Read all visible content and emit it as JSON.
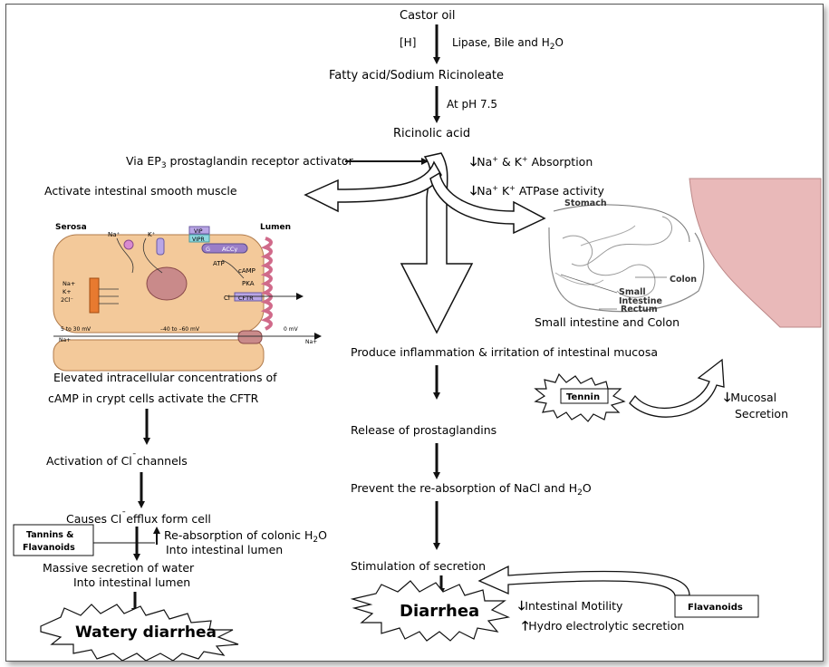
{
  "steps": {
    "castor_oil": "Castor oil",
    "h_label": "[H]",
    "lipase_label": "Lipase, Bile and H",
    "water_o": "O",
    "fatty_acid": "Fatty acid/Sodium Ricinoleate",
    "ph_label": "At pH 7.5",
    "ricinolic_acid": "Ricinolic acid",
    "ep3_activator": "Via EP",
    "ep3_activator_rest": " prostaglandin receptor activator",
    "ep3_sub": "3",
    "activate_muscle": "Activate intestinal smooth muscle",
    "na_k_absorption": "Na",
    "na_k_absorption_mid": " & K",
    "na_k_absorption_end": " Absorption",
    "na_k_atpase": "Na",
    "na_k_atpase_mid": " K",
    "na_k_atpase_end": " ATPase activity",
    "plus": "+",
    "inflammation": "Produce inflammation & irritation of intestinal mucosa",
    "release_pg": "Release of prostaglandins",
    "prevent_reabs": "Prevent the re-absorption of NaCl and H",
    "prevent_reabs_end": "O",
    "stimulation": "Stimulation of secretion",
    "diarrhea": "Diarrhea",
    "intestinal_motility": "Intestinal Motility",
    "hydro_secretion": "Hydro electrolytic secretion",
    "flavanoids": "Flavanoids",
    "tennin": "Tennin",
    "mucosal_secretion_1": "Mucosal",
    "mucosal_secretion_2": "Secretion",
    "elevated_1": "Elevated intracellular concentrations of",
    "elevated_2": "cAMP in crypt cells activate the CFTR",
    "activation_cl": "Activation of Cl",
    "activation_cl_end": "channels",
    "cl_sup": "¯",
    "causes_cl": "Causes Cl",
    "causes_cl_end": "efflux form cell",
    "tannins_1": "Tannins &",
    "tannins_2": "Flavanoids",
    "reabs_colonic": "Re-absorption of colonic H",
    "reabs_colonic_end": "O",
    "into_lumen_1": "Into intestinal lumen",
    "massive_1": "Massive secretion of water",
    "massive_2": "Into intestinal lumen",
    "watery": "Watery diarrhea",
    "two": "2"
  },
  "anatomy": {
    "stomach": "Stomach",
    "colon": "Colon",
    "small_1": "Small",
    "small_2": "Intestine",
    "rectum": "Rectum",
    "caption": "Small intestine and Colon"
  },
  "cell": {
    "serosa": "Serosa",
    "lumen": "Lumen",
    "na": "Na⁺",
    "k": "K⁺",
    "vip": "VIP",
    "vipr": "VIPR",
    "gs": "G",
    "acc": "ACCy",
    "atp": "ATP",
    "camp": "cAMP",
    "pka": "PKA",
    "cftr": "CFTR",
    "cl": "Cl⁻",
    "na_side": "Na+",
    "k_side": "K+",
    "cl_side": "2Cl⁻",
    "mv_left": "5 to 30 mV",
    "mv_mid": "–40 to –60 mV",
    "mv_right": "0 mV",
    "na_bottom_l": "Na+",
    "na_bottom_r": "Na+"
  },
  "colors": {
    "cell_fill": "#f3c99a",
    "cell_stroke": "#b07a4a",
    "nucleus": "#c98a8a",
    "channel": "#e87a30",
    "purple": "#9a7ec8",
    "pink": "#d98ad0",
    "anatomy_pink": "#e9b9b9"
  }
}
